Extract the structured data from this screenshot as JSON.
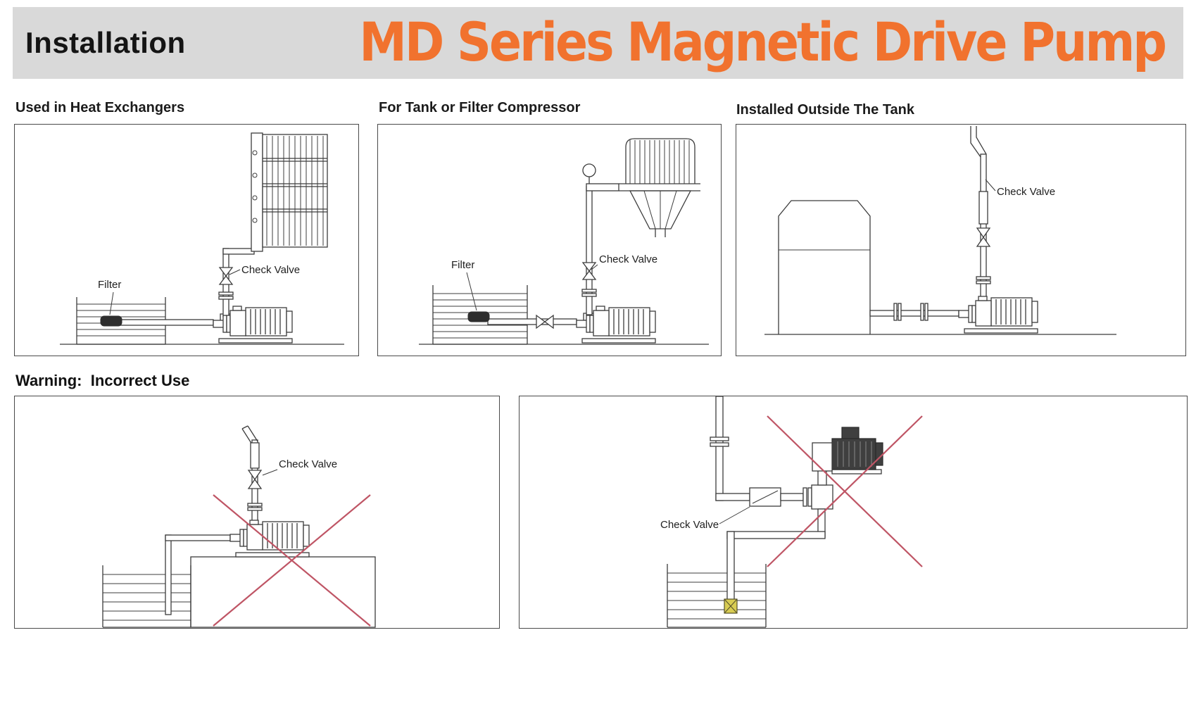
{
  "header": {
    "section_label": "Installation",
    "title": "MD Series Magnetic Drive Pump"
  },
  "sections": [
    {
      "title": "Used in Heat Exchangers",
      "labels": {
        "filter": "Filter",
        "check_valve": "Check Valve"
      }
    },
    {
      "title": "For Tank or Filter Compressor",
      "labels": {
        "filter": "Filter",
        "check_valve": "Check Valve"
      }
    },
    {
      "title": "Installed Outside The Tank",
      "labels": {
        "check_valve": "Check Valve"
      }
    }
  ],
  "warning": {
    "title": "Warning:  Incorrect Use",
    "panels": [
      {
        "labels": {
          "check_valve": "Check Valve"
        }
      },
      {
        "labels": {
          "check_valve": "Check Valve"
        }
      }
    ]
  },
  "colors": {
    "accent_orange": "#f1722e",
    "header_bg": "#d9d9d9",
    "line": "#3c3c3c",
    "error_red": "#bf5565",
    "foot_valve_yellow": "#d8cc52"
  }
}
